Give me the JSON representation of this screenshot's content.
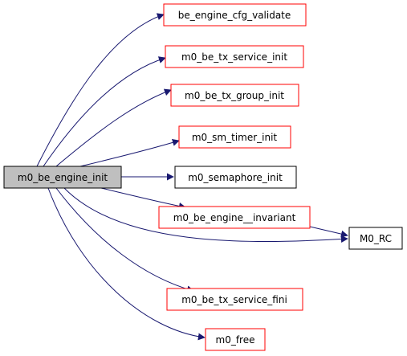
{
  "graph": {
    "root": {
      "id": "root",
      "label": "m0_be_engine_init",
      "fill": "#bfbfbf",
      "border": "#000000"
    },
    "callees": [
      {
        "id": "n1",
        "label": "be_engine_cfg_validate",
        "border": "#ff0000"
      },
      {
        "id": "n2",
        "label": "m0_be_tx_service_init",
        "border": "#ff0000"
      },
      {
        "id": "n3",
        "label": "m0_be_tx_group_init",
        "border": "#ff0000"
      },
      {
        "id": "n4",
        "label": "m0_sm_timer_init",
        "border": "#ff0000"
      },
      {
        "id": "n5",
        "label": "m0_semaphore_init",
        "border": "#000000"
      },
      {
        "id": "n6",
        "label": "m0_be_engine__invariant",
        "border": "#ff0000"
      },
      {
        "id": "n7",
        "label": "M0_RC",
        "border": "#000000"
      },
      {
        "id": "n8",
        "label": "m0_be_tx_service_fini",
        "border": "#ff0000"
      },
      {
        "id": "n9",
        "label": "m0_free",
        "border": "#ff0000"
      }
    ],
    "edge_color": "#191970"
  }
}
